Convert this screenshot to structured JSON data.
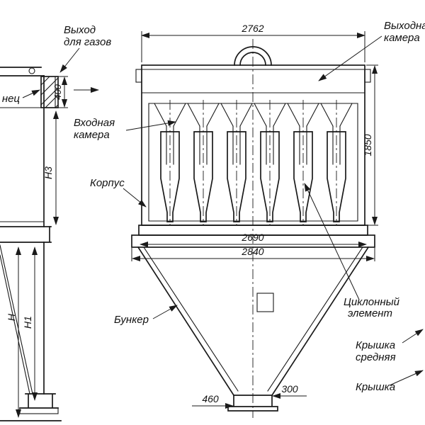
{
  "colors": {
    "background": "#ffffff",
    "line": "#1a1a1a"
  },
  "left_view": {
    "labels": {
      "gas_outlet_line1": "Выход",
      "gas_outlet_line2": "для газов",
      "flange_partial": "нец"
    },
    "dimensions": {
      "outlet_height": "400",
      "h3": "Н3",
      "h": "Н",
      "h1": "Н1"
    }
  },
  "right_view": {
    "labels": {
      "outlet_chamber_line1": "Выходная",
      "outlet_chamber_line2": "камера",
      "inlet_chamber_line1": "Входная",
      "inlet_chamber_line2": "камера",
      "body": "Корпус",
      "hopper": "Бункер",
      "cyclone_line1": "Циклонный",
      "cyclone_line2": "элемент",
      "cover_middle_line1": "Крышка",
      "cover_middle_line2": "средняя",
      "cover": "Крышка"
    },
    "dimensions": {
      "top_width": "2762",
      "flange_inner": "2690",
      "flange_outer": "2840",
      "body_height": "1850",
      "bottom_left": "460",
      "bottom_right": "300"
    }
  }
}
